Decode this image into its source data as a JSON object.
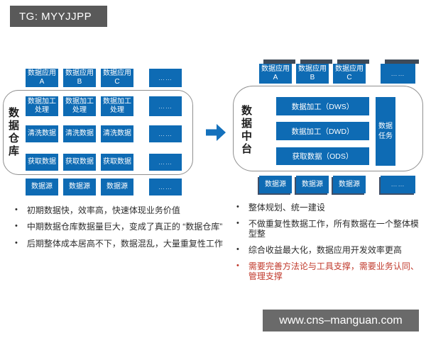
{
  "tag_label": "TG: MYYJJPP",
  "watermark": "www.cns–manguan.com",
  "colors": {
    "box_blue": "#0e6bb4",
    "cap_dark": "#3e4a58",
    "tag_gray": "#595959",
    "watermark_gray": "#6a6a6a",
    "container_border": "#8f8f8f",
    "red_text": "#c0392b",
    "arrow_blue": "#1471bc"
  },
  "left": {
    "title": "数据仓库",
    "top_row": [
      "数据应用\nA",
      "数据应用\nB",
      "数据应用\nC",
      "……"
    ],
    "rows": [
      [
        "数据加工\n处理",
        "数据加工\n处理",
        "数据加工\n处理",
        "……"
      ],
      [
        "清洗数据",
        "清洗数据",
        "清洗数据",
        "……"
      ],
      [
        "获取数据",
        "获取数据",
        "获取数据",
        "……"
      ]
    ],
    "source_row": [
      "数据源",
      "数据源",
      "数据源",
      "……"
    ],
    "bullets": [
      "初期数据快，效率高，快速体现业务价值",
      "中期数据仓库数据量巨大，变成了真正的 “数据仓库”",
      "后期整体成本居高不下，数据混乱，大量重复性工作"
    ]
  },
  "right": {
    "title": "数据中台",
    "top_row": [
      "数据应用\nA",
      "数据应用\nB",
      "数据应用\nC",
      "……"
    ],
    "bars": [
      "数据加工（DWS）",
      "数据加工（DWD）",
      "获取数据（ODS）"
    ],
    "task_box": "数据任务",
    "source_row": [
      "数据源",
      "数据源",
      "数据源",
      "……"
    ],
    "bullets": [
      "整体规划、统一建设",
      "不做重复性数据工作，所有数据在一个整体模型整",
      "综合收益最大化，数据应用开发效率更高",
      "需要完善方法论与工具支撑，需要业务认同、管理支撑"
    ]
  }
}
